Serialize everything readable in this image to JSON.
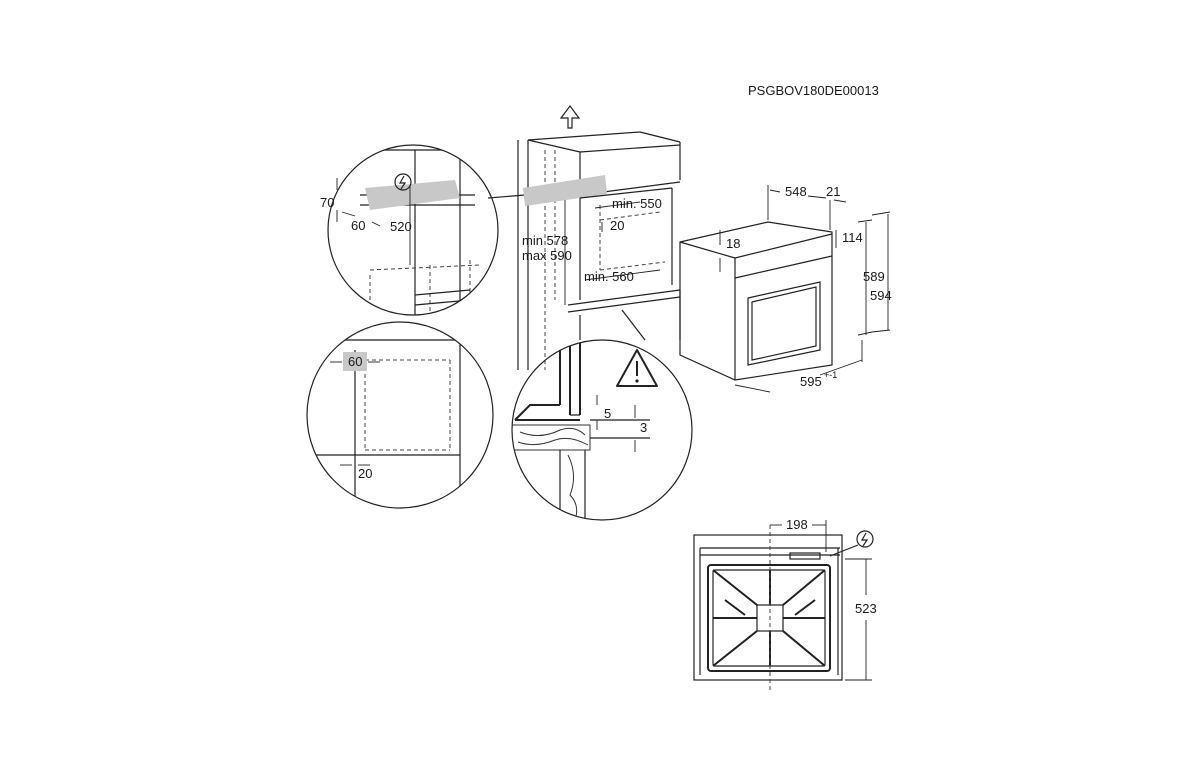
{
  "drawing_code": "PSGBOV180DE00013",
  "icons": {
    "power": "power-connection-icon",
    "warning": "warning-triangle-icon",
    "up_arrow": "up-arrow-icon"
  },
  "detail_top_left": {
    "dims": {
      "d70": "70",
      "d60": "60",
      "d520": "520"
    }
  },
  "detail_bottom_left": {
    "dims": {
      "d60": "60",
      "d20": "20"
    }
  },
  "cabinet": {
    "dims": {
      "min550": "min. 550",
      "d20": "20",
      "min578": "min 578",
      "max590": "max 590",
      "min560": "min. 560"
    }
  },
  "detail_bottom_mid": {
    "dims": {
      "d5": "5",
      "d3": "3"
    }
  },
  "oven": {
    "dims": {
      "d548": "548",
      "d21": "21",
      "d18": "18",
      "d114": "114",
      "d589": "589",
      "d594": "594",
      "d595": "595",
      "d595_tol": "+-1"
    }
  },
  "oven_back": {
    "dims": {
      "d198": "198",
      "d523": "523"
    }
  }
}
